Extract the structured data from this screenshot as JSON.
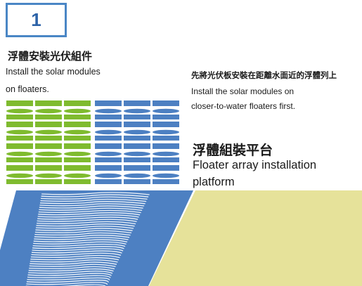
{
  "step": {
    "number": "1"
  },
  "step1": {
    "title_zh": "浮體安裝光伏組件",
    "desc_en_line1": "Install the solar modules",
    "desc_en_line2": "on floaters."
  },
  "closer_note": {
    "title_zh": "先將光伏板安裝在距離水面近的浮體列上",
    "desc_en_line1": "Install the solar modules on",
    "desc_en_line2": "closer-to-water floaters first."
  },
  "platform": {
    "title_zh": "浮體組裝平台",
    "desc_en_line1": "Floater array installation",
    "desc_en_line2": "platform"
  },
  "colors": {
    "accent": "#4a86c5",
    "floater_green": "#7fbb2f",
    "solar_blue": "#4d80c2",
    "platform_yellow": "#e6e29a"
  }
}
